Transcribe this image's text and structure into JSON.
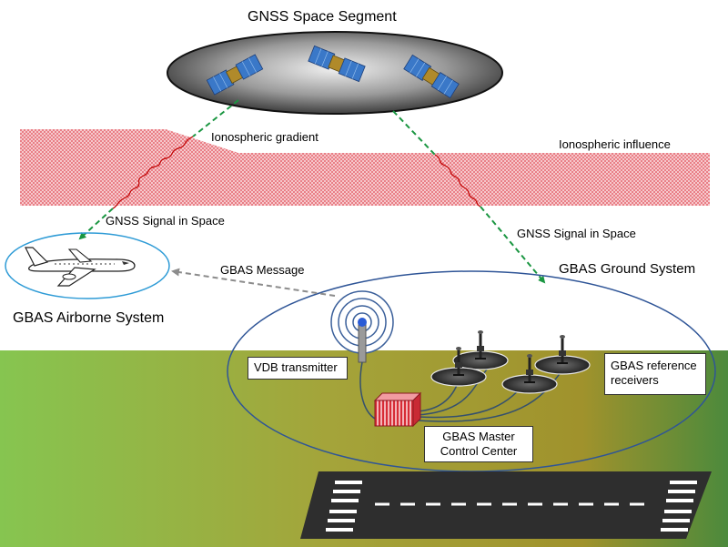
{
  "labels": {
    "space_segment": "GNSS Space Segment",
    "ionospheric_gradient": "Ionospheric gradient",
    "ionospheric_influence": "Ionospheric influence",
    "signal_left": "GNSS Signal in Space",
    "signal_right": "GNSS Signal in Space",
    "gbas_message": "GBAS Message",
    "ground_system": "GBAS Ground System",
    "airborne_system": "GBAS Airborne System",
    "vdb_transmitter": "VDB transmitter",
    "reference_receivers_line1": "GBAS reference",
    "reference_receivers_line2": "receivers",
    "master_control_line1": "GBAS Master",
    "master_control_line2": "Control Center"
  },
  "colors": {
    "signal_arrow": "#1a9641",
    "message_arrow": "#8c8c8c",
    "ionosphere": "#e8606a",
    "ground_green": "#8cc63f",
    "ground_olive": "#9a8f2a",
    "ground_right": "#4e8a3a",
    "control_center": "#d9363e",
    "airborne_ellipse": "#2e9bd6",
    "ground_ellipse": "#2f5597"
  },
  "icons": [
    "satellite-icon",
    "airplane-icon",
    "antenna-icon",
    "reference-receiver-icon",
    "control-center-icon",
    "runway"
  ]
}
